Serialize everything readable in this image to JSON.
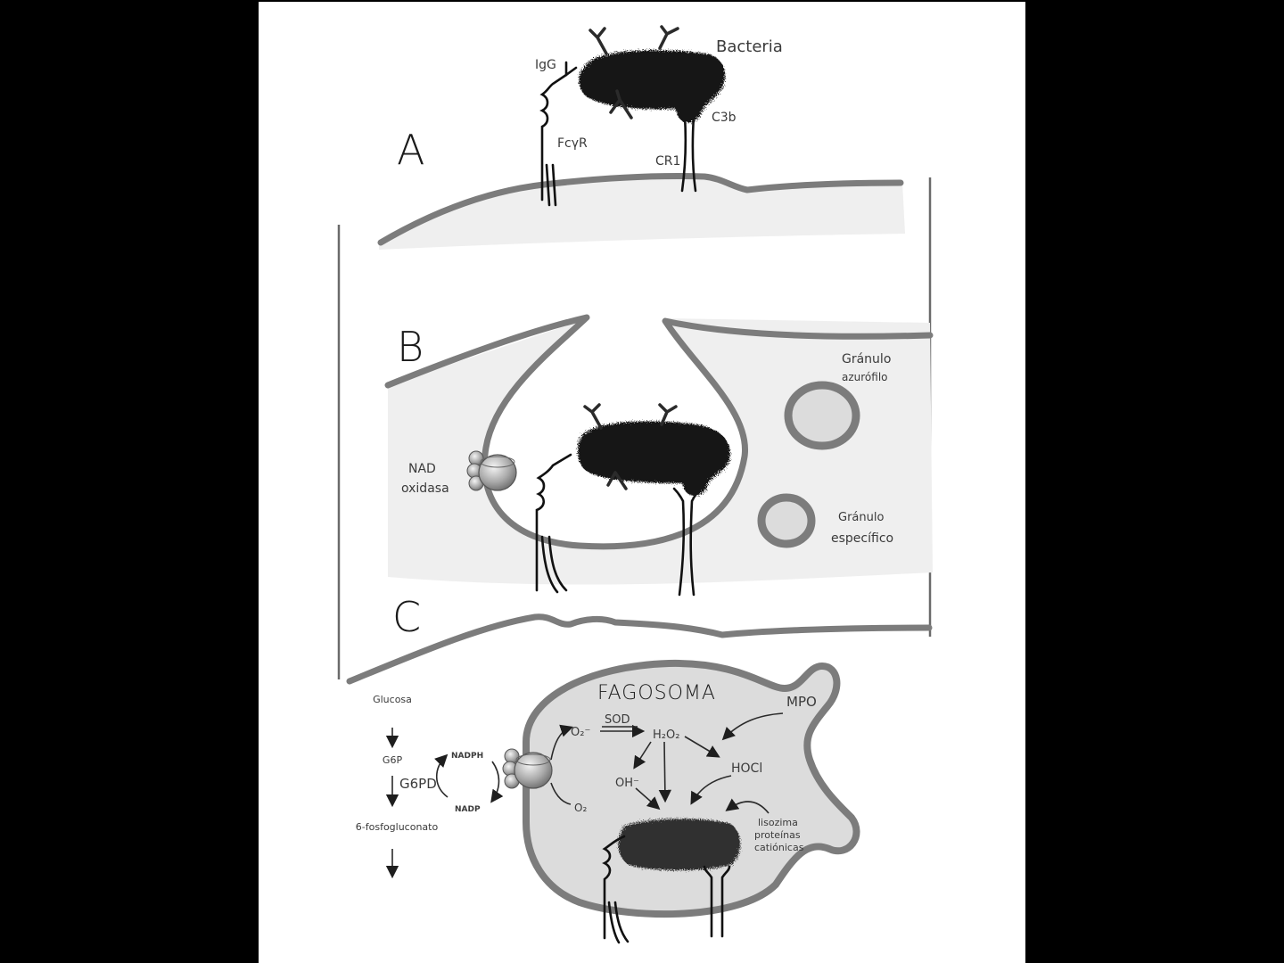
{
  "figure": {
    "panels": {
      "a": {
        "letter": "A"
      },
      "b": {
        "letter": "B"
      },
      "c": {
        "letter": "C"
      }
    },
    "labels": {
      "bacteria": "Bacteria",
      "igg": "IgG",
      "fcgr": "FcγR",
      "c3b": "C3b",
      "cr1": "CR1",
      "granule_azurophil_1": "Gránulo",
      "granule_azurophil_2": "azurófilo",
      "granule_specific_1": "Gránulo",
      "granule_specific_2": "específico",
      "nad_oxidase_1": "NAD",
      "nad_oxidase_2": "oxidasa",
      "phagosome": "FAGOSOMA",
      "mpo": "MPO",
      "superoxide": "O₂⁻",
      "sod": "SOD",
      "h2o2": "H₂O₂",
      "hocl": "HOCl",
      "hydroxyl": "OH⁻",
      "oxygen": "O₂",
      "lysozyme_1": "lisozima",
      "lysozyme_2": "proteínas",
      "lysozyme_3": "catiónicas"
    },
    "pathway": {
      "glucose": "Glucosa",
      "g6p": "G6P",
      "g6pd": "G6PD",
      "gluconate": "6-fosfogluconato",
      "nadph": "NADPH",
      "nadp": "NADP"
    },
    "colors": {
      "background": "#000000",
      "page": "#ffffff",
      "cytoplasm": "#efefef",
      "phagosome_fill": "#dcdcdc",
      "membrane": "#7c7c7c",
      "bacteria": "#141414"
    }
  }
}
